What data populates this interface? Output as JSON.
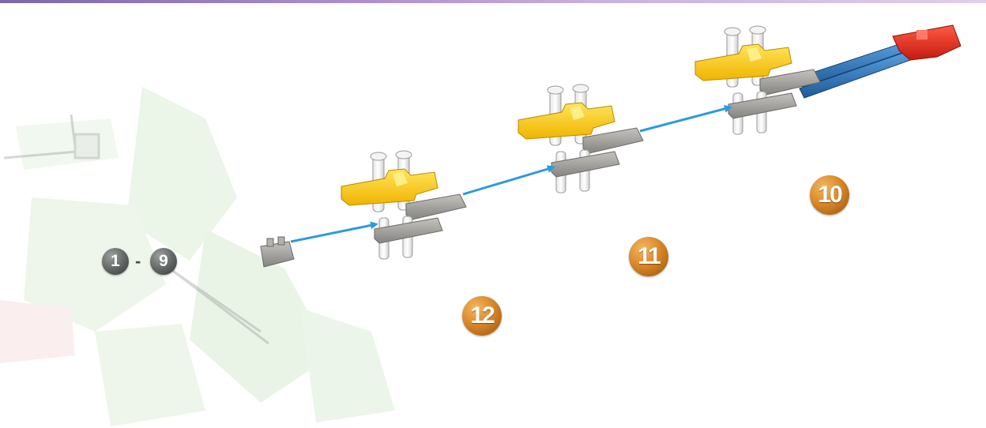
{
  "steps": {
    "s10": "10",
    "s11": "11",
    "s12": "12"
  },
  "range": {
    "from": "1",
    "dash": "-",
    "to": "9"
  },
  "colors": {
    "step_badge": "#d9892a",
    "range_badge": "#5f6462",
    "arrow": "#2d9ae0",
    "yellow_part": "#ffd21e",
    "grey_part": "#9c9a96",
    "blue_rod": "#2f74b5",
    "red_part": "#e8261c"
  }
}
